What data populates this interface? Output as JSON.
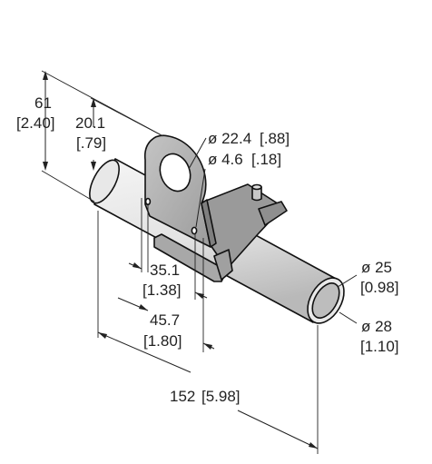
{
  "dimensions": {
    "height_overall": {
      "mm": "61",
      "inch": "[2.40]"
    },
    "height_ring": {
      "mm": "20.1",
      "inch": "[.79]"
    },
    "ring_hole": {
      "mm": "ø 22.4",
      "inch": "[.88]"
    },
    "pin_hole": {
      "mm": "ø 4.6",
      "inch": "[.18]"
    },
    "bracket_offset": {
      "mm": "35.1",
      "inch": "[1.38]"
    },
    "bracket_width": {
      "mm": "45.7",
      "inch": "[1.80]"
    },
    "tube_inner": {
      "mm": "ø 25",
      "inch": "[0.98]"
    },
    "tube_outer": {
      "mm": "ø 28",
      "inch": "[1.10]"
    },
    "tube_length": {
      "mm": "152",
      "inch": "[5.98]"
    }
  },
  "colors": {
    "line": "#111111",
    "bracket_fill": "#b3b3b3",
    "bracket_shade": "#8e8e8e",
    "tube_fill": "#ececec",
    "tube_shade": "#c9c9c9"
  }
}
